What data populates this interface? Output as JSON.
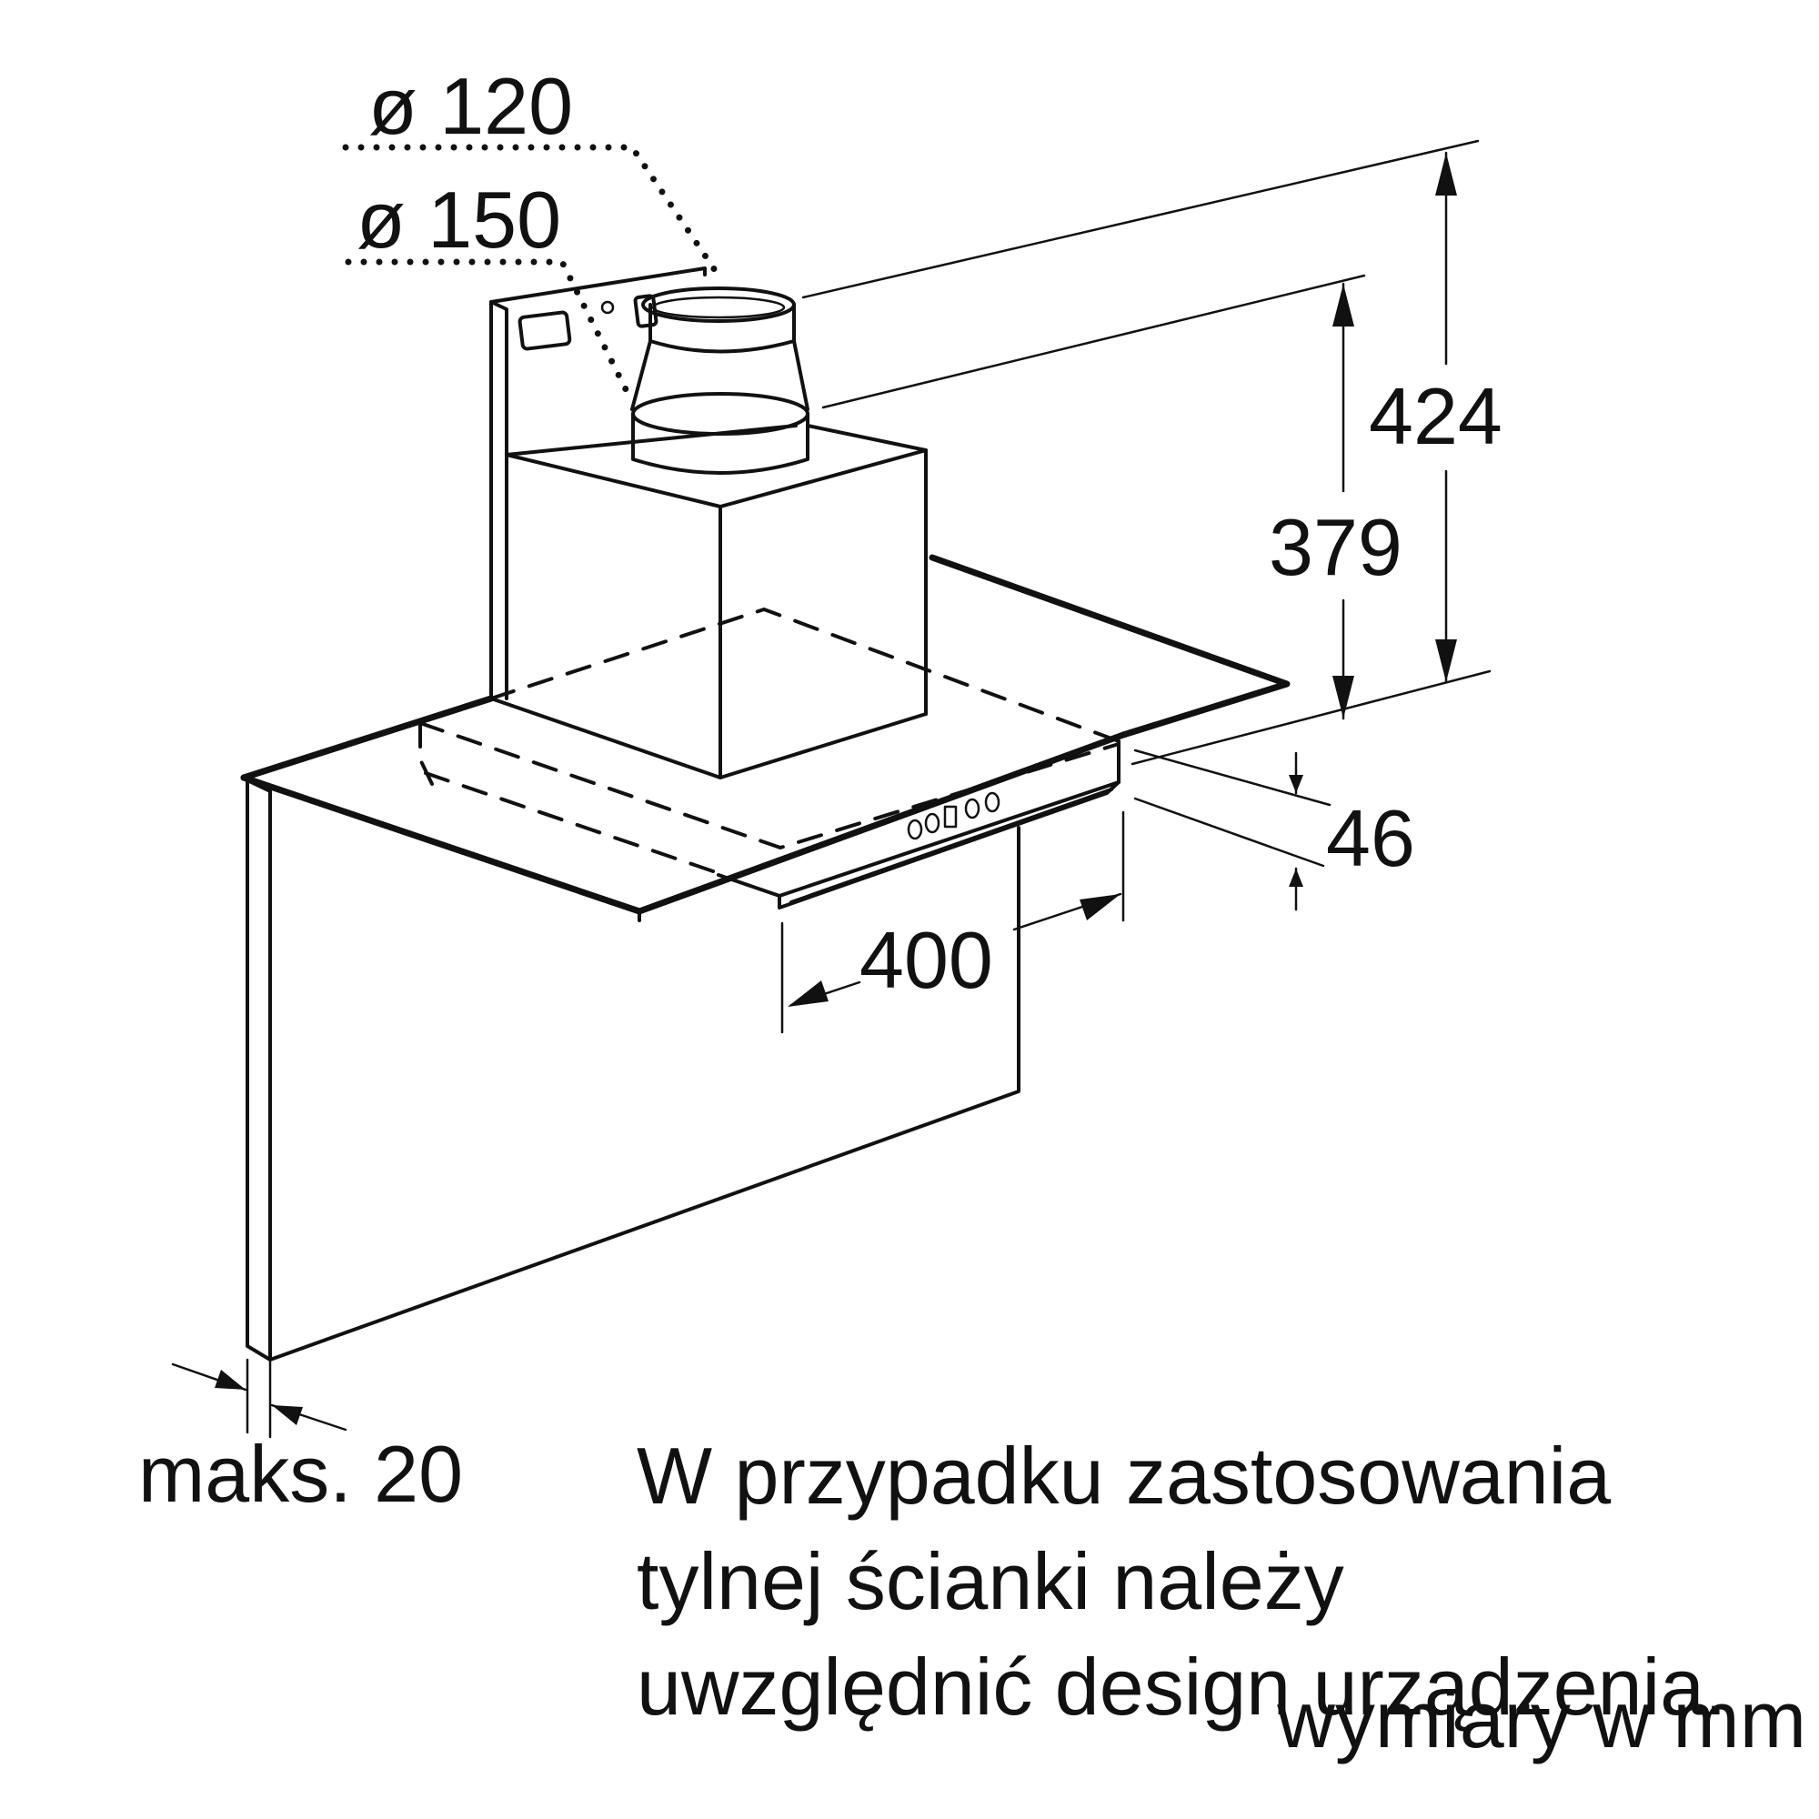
{
  "dimensions": {
    "duct_small": "ø 120",
    "duct_large": "ø 150",
    "height_total": "424",
    "height_chimney": "379",
    "canopy_thickness": "46",
    "depth": "400",
    "backwall_max": "maks. 20"
  },
  "note": {
    "line1": "W przypadku zastosowania",
    "line2": "tylnej ścianki należy",
    "line3": "uwzględnić design urządzenia."
  },
  "units": "wymiary w mm"
}
